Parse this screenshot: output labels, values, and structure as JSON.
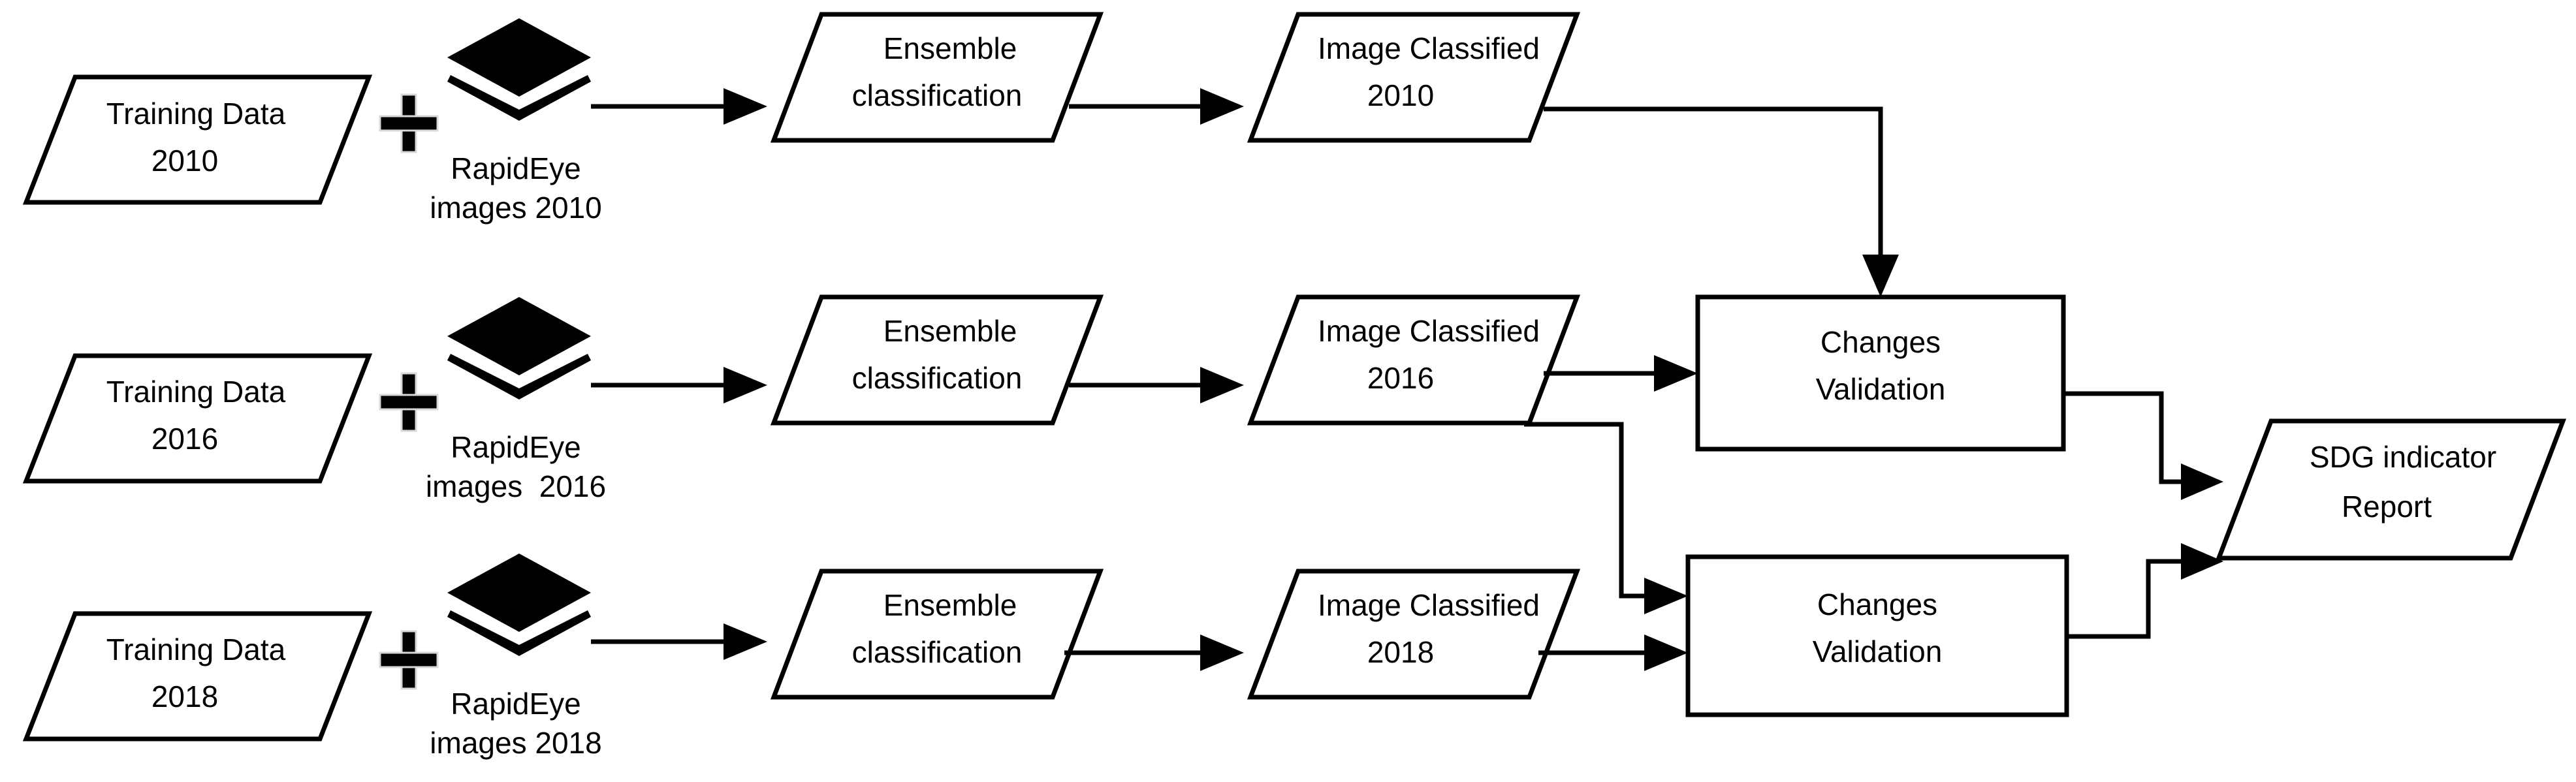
{
  "diagram": {
    "title": "SDG indicator land cover change workflow",
    "background_color": "#ffffff",
    "line_color": "#000000",
    "fill_color": "#ffffff",
    "rows": [
      {
        "year": "2010",
        "training_data": "Training Data\n2010",
        "training_data_line1": "Training Data",
        "training_data_line2": "2010",
        "plus_symbol": "+",
        "imagery_icon": "layers-icon",
        "imagery_caption_line1": "RapidEye",
        "imagery_caption_line2": "images 2010",
        "ensemble_line1": "Ensemble",
        "ensemble_line2": "classification",
        "classified_line1": "Image Classified",
        "classified_line2": "2010"
      },
      {
        "year": "2016",
        "training_data": "Training Data\n2016",
        "training_data_line1": "Training Data",
        "training_data_line2": "2016",
        "plus_symbol": "+",
        "imagery_icon": "layers-icon",
        "imagery_caption_line1": "RapidEye",
        "imagery_caption_line2": "images  2016",
        "ensemble_line1": "Ensemble",
        "ensemble_line2": "classification",
        "classified_line1": "Image Classified",
        "classified_line2": "2016"
      },
      {
        "year": "2018",
        "training_data": "Training Data\n2018",
        "training_data_line1": "Training Data",
        "training_data_line2": "2018",
        "plus_symbol": "+",
        "imagery_icon": "layers-icon",
        "imagery_caption_line1": "RapidEye",
        "imagery_caption_line2": "images 2018",
        "ensemble_line1": "Ensemble",
        "ensemble_line2": "classification",
        "classified_line1": "Image Classified",
        "classified_line2": "2018"
      }
    ],
    "validation": [
      {
        "id": "changes-validation-upper",
        "line1": "Changes",
        "line2": "Validation"
      },
      {
        "id": "changes-validation-lower",
        "line1": "Changes",
        "line2": "Validation"
      }
    ],
    "output": {
      "line1": "SDG indicator",
      "line2": "Report"
    },
    "edges": [
      {
        "from": "rapideye-images-2010",
        "to": "ensemble-classification-2010"
      },
      {
        "from": "ensemble-classification-2010",
        "to": "image-classified-2010"
      },
      {
        "from": "image-classified-2010",
        "to": "changes-validation-upper"
      },
      {
        "from": "rapideye-images-2016",
        "to": "ensemble-classification-2016"
      },
      {
        "from": "ensemble-classification-2016",
        "to": "image-classified-2016"
      },
      {
        "from": "image-classified-2016",
        "to": "changes-validation-upper"
      },
      {
        "from": "image-classified-2016",
        "to": "changes-validation-lower"
      },
      {
        "from": "rapideye-images-2018",
        "to": "ensemble-classification-2018"
      },
      {
        "from": "ensemble-classification-2018",
        "to": "image-classified-2018"
      },
      {
        "from": "image-classified-2018",
        "to": "changes-validation-lower"
      },
      {
        "from": "changes-validation-upper",
        "to": "sdg-indicator-report"
      },
      {
        "from": "changes-validation-lower",
        "to": "sdg-indicator-report"
      }
    ]
  }
}
